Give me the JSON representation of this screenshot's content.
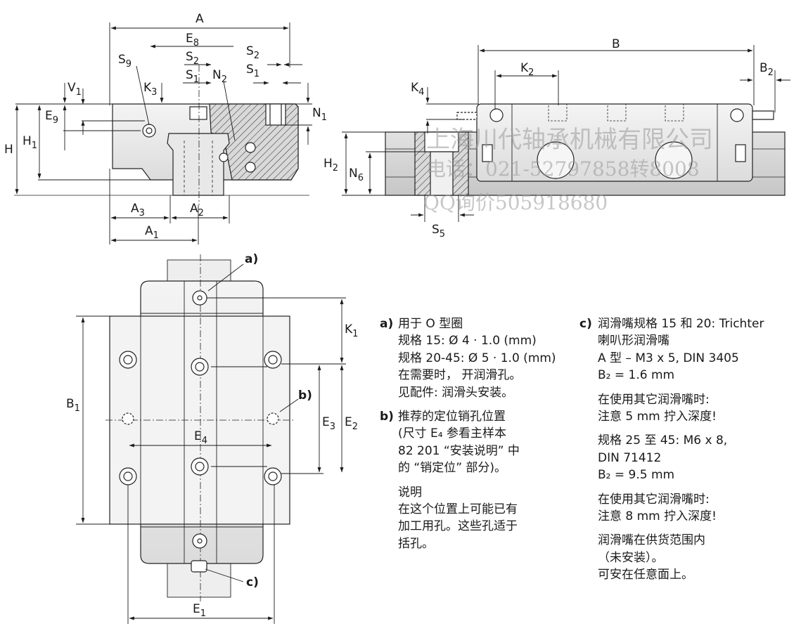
{
  "dims": {
    "A": "A",
    "E8": "E8",
    "S2": "S2",
    "S1": "S1",
    "S9": "S9",
    "V1": "V1",
    "K3": "K3",
    "N2": "N2",
    "N1": "N1",
    "E9": "E9",
    "H": "H",
    "H1": "H1",
    "A3": "A3",
    "A2": "A2",
    "A1": "A1",
    "B": "B",
    "K2": "K2",
    "B2": "B2",
    "K4": "K4",
    "H2": "H2",
    "N6": "N6",
    "S5": "S5",
    "K1": "K1",
    "B1": "B1",
    "E3": "E3",
    "E2": "E2",
    "E4": "E4",
    "E1": "E1"
  },
  "callouts": {
    "a": "a)",
    "b": "b)",
    "c": "c)"
  },
  "watermark": {
    "line1": "上海川代轴承机械有限公司",
    "line2": "电话：021-52797858转8008",
    "line3": "QQ询价505918680"
  },
  "notes": {
    "a": {
      "key": "a)",
      "l1": "用于 O 型圈",
      "l2": "规格 15: Ø 4 · 1.0 (mm)",
      "l3": "规格 20-45: Ø 5 · 1.0 (mm)",
      "l4": "在需要时， 开润滑孔。",
      "l5": "见配件: 润滑头安装。"
    },
    "b": {
      "key": "b)",
      "l1": "推荐的定位销孔位置",
      "l2": "(尺寸 E₄ 参看主样本",
      "l3": "82 201 “安装说明” 中",
      "l4": "的 “销定位” 部分)。",
      "l5": "说明",
      "l6": "在这个位置上可能已有",
      "l7": "加工用孔。这些孔适于",
      "l8": "括孔。"
    },
    "c": {
      "key": "c)",
      "l1": "润滑嘴规格 15 和 20: Trichter",
      "l2": "喇叭形润滑嘴",
      "l3": "A 型 – M3 x 5, DIN 3405",
      "l4": "B₂ = 1.6 mm",
      "l5": "在使用其它润滑嘴时:",
      "l6": "注意 5 mm 拧入深度!",
      "l7": "规格 25 至 45: M6 x 8,",
      "l8": "DIN 71412",
      "l9": "B₂ = 9.5 mm",
      "l10": "在使用其它润滑嘴时:",
      "l11": "注意 8 mm 拧入深度!",
      "l12": "润滑嘴在供货范围内",
      "l13": "（未安装）。",
      "l14": "可安在任意面上。"
    }
  }
}
